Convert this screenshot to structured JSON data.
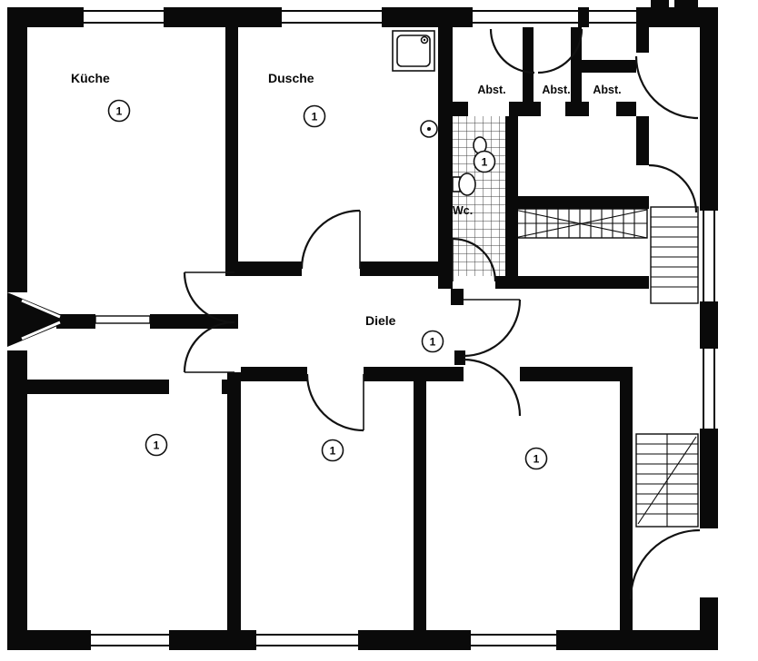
{
  "plan": {
    "type": "apartment-floor-plan",
    "language": "de",
    "colors": {
      "wall": "#0a0a0a",
      "background": "#ffffff",
      "tile_line": "#404040"
    },
    "rooms": {
      "kueche": {
        "label": "Küche",
        "marker": "1"
      },
      "dusche": {
        "label": "Dusche",
        "marker": "1"
      },
      "abst1": {
        "label": "Abst."
      },
      "abst2": {
        "label": "Abst."
      },
      "abst3": {
        "label": "Abst."
      },
      "wc": {
        "label": "Wc.",
        "marker": "1"
      },
      "diele": {
        "label": "Diele",
        "marker": "1"
      },
      "room_bottom_left": {
        "marker": "1"
      },
      "room_bottom_middle": {
        "marker": "1"
      },
      "room_bottom_right": {
        "marker": "1"
      }
    }
  }
}
